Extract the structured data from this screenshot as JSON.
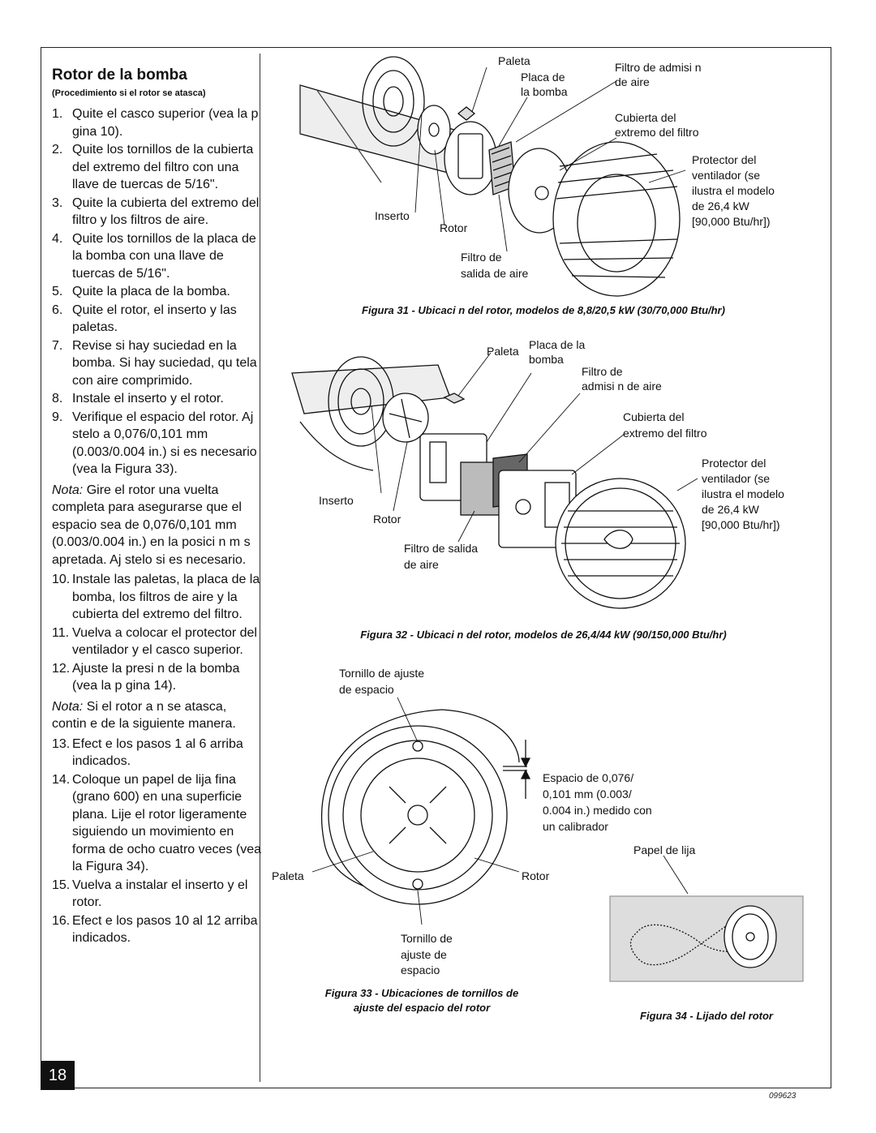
{
  "section": {
    "title": "Rotor de la bomba",
    "subtitle": "(Procedimiento si el rotor se atasca)"
  },
  "steps_a": [
    {
      "n": "1.",
      "text": "Quite el casco superior (vea la p gina 10)."
    },
    {
      "n": "2.",
      "text": "Quite los tornillos de la cubierta del extremo del filtro con una llave de tuercas de 5/16\"."
    },
    {
      "n": "3.",
      "text": "Quite la cubierta del extremo del filtro y los filtros de aire."
    },
    {
      "n": "4.",
      "text": "Quite los tornillos de la placa de la bomba con una llave de tuercas de 5/16\"."
    },
    {
      "n": "5.",
      "text": "Quite la placa de la bomba."
    },
    {
      "n": "6.",
      "text": "Quite el rotor, el inserto y las paletas."
    },
    {
      "n": "7.",
      "text": "Revise si hay suciedad en la bomba. Si hay suciedad, qu tela con aire comprimido."
    },
    {
      "n": "8.",
      "text": "Instale el inserto y el rotor."
    },
    {
      "n": "9.",
      "text": "Verifique el espacio del rotor. Aj stelo a 0,076/0,101 mm (0.003/0.004 in.) si es necesario (vea la Figura 33)."
    }
  ],
  "note1": {
    "label": "Nota:",
    "text": " Gire el rotor una vuelta completa para asegurarse que el espacio sea de 0,076/0,101 mm (0.003/0.004 in.) en la posici n m s apretada. Aj stelo si es necesario."
  },
  "steps_b": [
    {
      "n": "10.",
      "text": "Instale las paletas, la placa de la bomba, los filtros de aire y la cubierta del extremo del filtro."
    },
    {
      "n": "11.",
      "text": "Vuelva a colocar el protector del ventilador y el casco superior."
    },
    {
      "n": "12.",
      "text": "Ajuste la presi n de la bomba (vea la p gina 14)."
    }
  ],
  "note2": {
    "label": "Nota:",
    "text": " Si el rotor a n se atasca, contin e de la siguiente manera."
  },
  "steps_c": [
    {
      "n": "13.",
      "text": "Efect e los pasos 1 al 6 arriba indicados."
    },
    {
      "n": "14.",
      "text": "Coloque un papel de lija fina (grano 600) en una superficie plana. Lije el rotor ligeramente siguiendo un movimiento en forma de  ocho  cuatro veces (vea la Figura 34)."
    },
    {
      "n": "15.",
      "text": "Vuelva a instalar el inserto y el rotor."
    },
    {
      "n": "16.",
      "text": "Efect e los pasos 10 al 12 arriba indicados."
    }
  ],
  "fig31": {
    "caption": "Figura 31 - Ubicaci  n del rotor, modelos de 8,8/20,5 kW (30/70,000 Btu/hr)",
    "paleta": "Paleta",
    "placa": "Placa de\nla bomba",
    "filtro_admision": "Filtro de admisi  n\nde aire",
    "cubierta": "Cubierta del\nextremo del filtro",
    "protector": "Protector del\nventilador (se\nilustra el modelo\nde 26,4 kW\n[90,000 Btu/hr])",
    "inserto": "Inserto",
    "rotor": "Rotor",
    "filtro_salida": "Filtro de\nsalida de aire"
  },
  "fig32": {
    "caption": "Figura 32 - Ubicaci  n del rotor, modelos de 26,4/44 kW (90/150,000 Btu/hr)",
    "paleta": "Paleta",
    "placa": "Placa de la\nbomba",
    "filtro_admision": "Filtro de\nadmisi  n de aire",
    "cubierta": "Cubierta del\nextremo del filtro",
    "protector": "Protector del\nventilador (se\nilustra el modelo\nde 26,4 kW\n[90,000 Btu/hr])",
    "inserto": "Inserto",
    "rotor": "Rotor",
    "filtro_salida": "Filtro de salida\nde aire"
  },
  "fig33": {
    "caption": "Figura 33 - Ubicaciones de tornillos de\najuste del espacio del rotor",
    "tornillo_top": "Tornillo de ajuste\nde espacio",
    "espacio": "Espacio de 0,076/\n0,101 mm (0.003/\n0.004 in.) medido con\nun calibrador",
    "paleta": "Paleta",
    "rotor": "Rotor",
    "tornillo_bottom": "Tornillo de\najuste de\nespacio"
  },
  "fig34": {
    "caption": "Figura 34 - Lijado del rotor",
    "papel": "Papel de lija"
  },
  "page_number": "18",
  "doc_code": "099623"
}
